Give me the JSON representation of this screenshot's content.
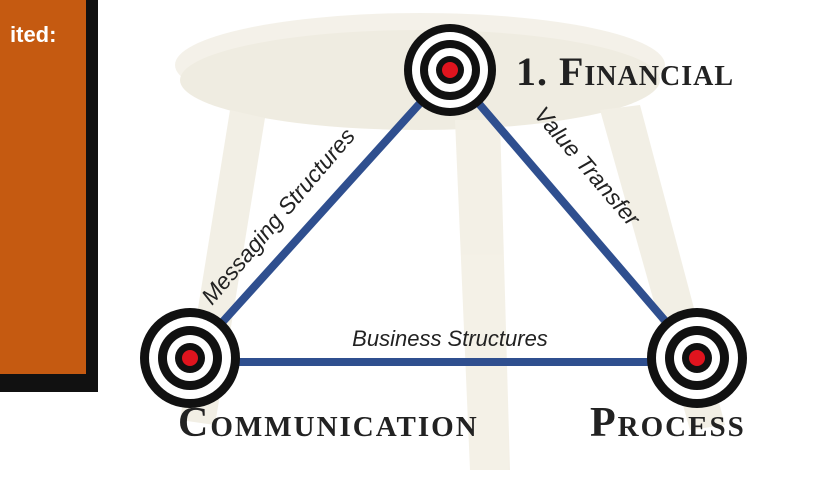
{
  "side_panel": {
    "label": "ited:"
  },
  "nodes": {
    "top": {
      "label": "1. Financial"
    },
    "left": {
      "label": "Communication"
    },
    "right": {
      "label": "Process"
    }
  },
  "edges": {
    "left": {
      "label": "Messaging Structures"
    },
    "right": {
      "label": "Value Transfer"
    },
    "bottom": {
      "label": "Business Structures"
    }
  },
  "colors": {
    "edge": "#2f4f8f",
    "panel": "#c55a11",
    "panel_border": "#111111",
    "target_center": "#e0141e"
  }
}
